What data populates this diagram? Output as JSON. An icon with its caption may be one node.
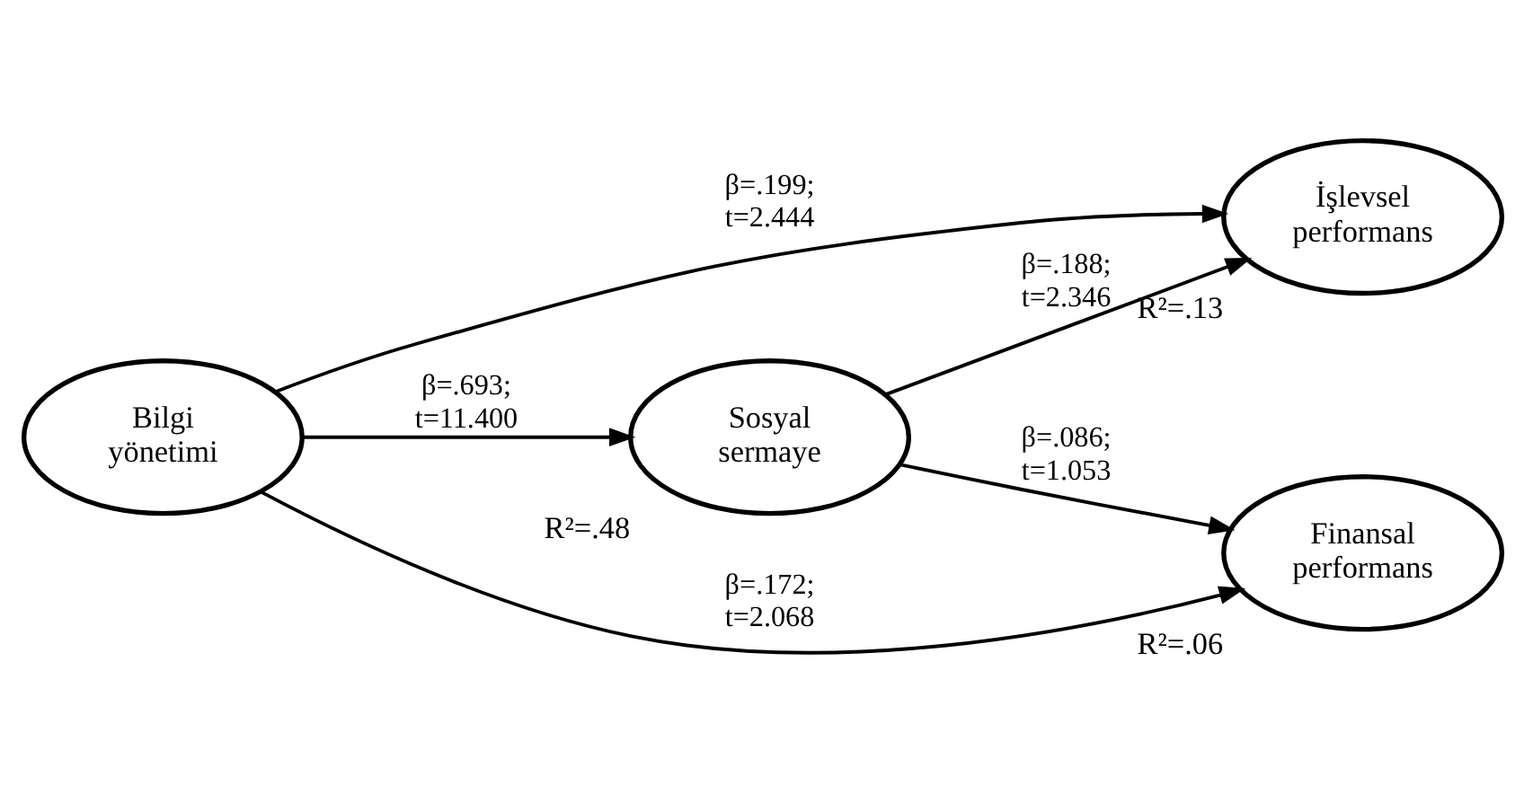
{
  "diagram": {
    "nodes": [
      {
        "text": [
          "Sosyal sermaye"
        ],
        "beside": [
          "R²=.48"
        ]
      },
      {
        "text": [
          "İşlevsel performans"
        ],
        "beside": [
          "R²=.13"
        ]
      },
      {
        "text": [
          "Finansal performans"
        ],
        "beside": [
          "R²=.06"
        ]
      },
      {
        "text": [
          "Bilgi yönetimi"
        ]
      }
    ],
    "edges": [
      {
        "from": 3,
        "to": 0,
        "arrow": "to",
        "label": "β=.693; t=11.400"
      },
      {
        "from": 0,
        "to": 1,
        "arrow": "to",
        "label": "β=.188; t=2.346"
      },
      {
        "from": 0,
        "to": 2,
        "arrow": "to",
        "label": "β=.086; t=1.053"
      },
      {
        "from": 3,
        "to": 1,
        "arrow": "to",
        "label": "β=.199; t=2.444"
      },
      {
        "from": 3,
        "to": 2,
        "arrow": "to",
        "label": "β=.172; t=2.068"
      }
    ]
  }
}
